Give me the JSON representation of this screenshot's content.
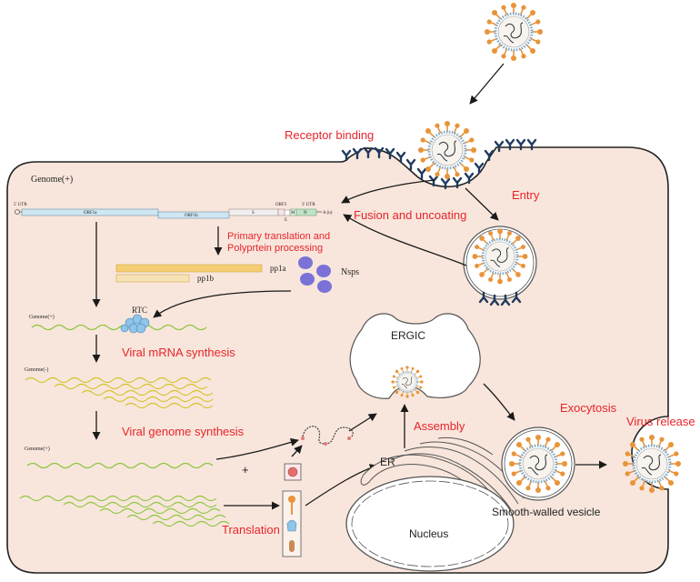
{
  "labels": {
    "receptor_binding": "Receptor binding",
    "entry": "Entry",
    "fusion_uncoating": "Fusion and uncoating",
    "primary_translation_1": "Primary translation and",
    "primary_translation_2": "Polyprtein processing",
    "viral_mrna_synthesis": "Viral mRNA synthesis",
    "viral_genome_synthesis": "Viral genome synthesis",
    "translation": "Translation",
    "assembly": "Assembly",
    "exocytosis": "Exocytosis",
    "virus_release": "Virus release",
    "ergic": "ERGIC",
    "er": "ER",
    "nucleus": "Nucleus",
    "smooth_walled_vesicle": "Smooth-walled vesicle",
    "nsps": "Nsps",
    "rtc": "RTC",
    "pp1a": "pp1a",
    "pp1b": "pp1b",
    "plus": "+",
    "genome_plus_header": "Genome(+)",
    "genome_plus_1": "Genome(+)",
    "genome_minus": "Genome(-)",
    "genome_plus_2": "Genome(+)"
  },
  "genome_map": {
    "utr5": "5' UTR",
    "orf1a": "ORF1a",
    "orf1b": "ORF1b",
    "s": "S",
    "orf3": "ORF3",
    "e": "E",
    "m": "M",
    "n": "N",
    "utr3": "3' UTR",
    "polya": "A (n)"
  },
  "colors": {
    "cell_fill": "#f8e6dc",
    "cell_stroke": "#222222",
    "label_red": "#e8242a",
    "rna_green": "#8cc63f",
    "rna_yellow": "#d4c22a",
    "nsp_purple": "#7b72d8",
    "spike_orange": "#e8943a",
    "receptor_navy": "#1f3a5f"
  }
}
